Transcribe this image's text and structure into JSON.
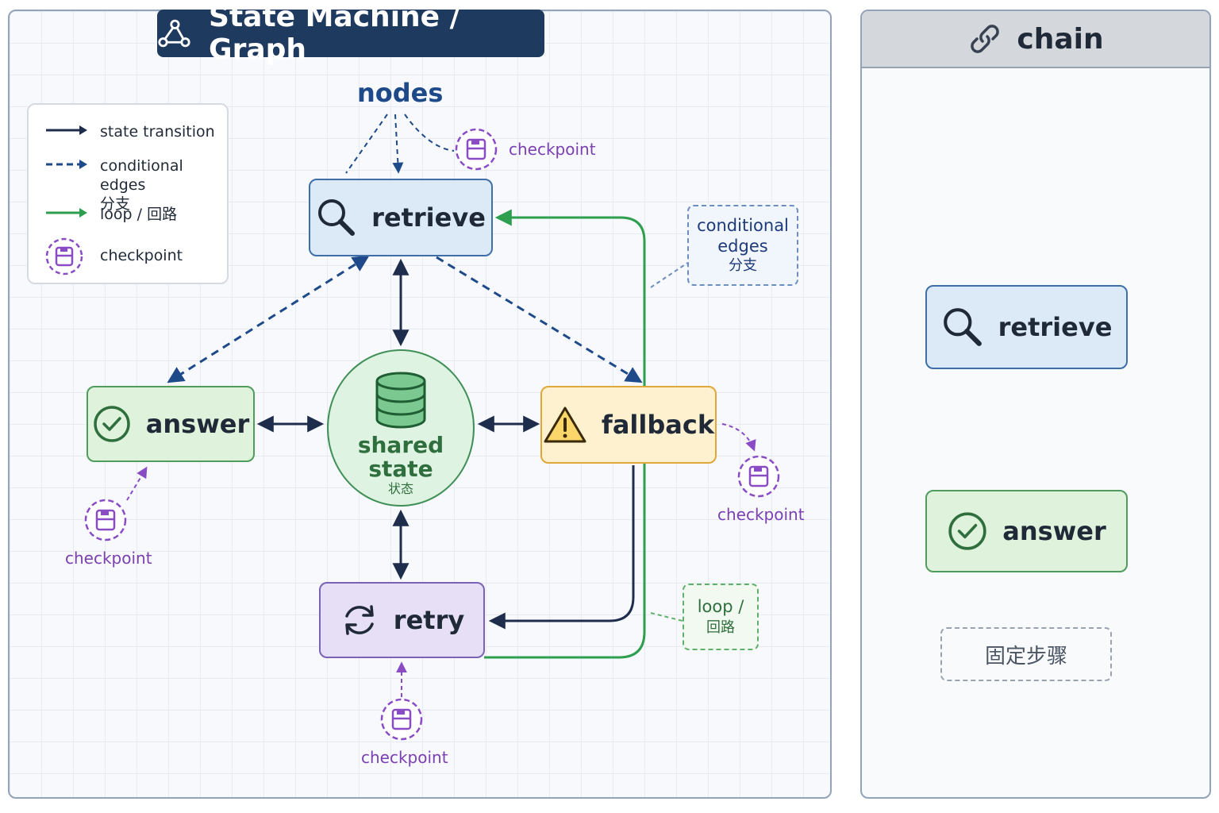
{
  "graph_panel": {
    "title": "State Machine / Graph",
    "nodes_label": "nodes",
    "legend": {
      "state_transition": "state transition",
      "conditional_edges": "conditional edges",
      "conditional_edges_cn": "分支",
      "loop": "loop / 回路",
      "checkpoint": "checkpoint"
    },
    "nodes": {
      "retrieve": "retrieve",
      "answer": "answer",
      "fallback": "fallback",
      "retry": "retry",
      "shared_state": "shared",
      "shared_state_2": "state",
      "shared_state_cn": "状态"
    },
    "notes": {
      "conditional_line1": "conditional",
      "conditional_line2": "edges",
      "conditional_cn": "分支",
      "loop_line1": "loop /",
      "loop_cn": "回路"
    },
    "checkpoints": {
      "top": "checkpoint",
      "answer": "checkpoint",
      "fallback": "checkpoint",
      "retry": "checkpoint"
    }
  },
  "chain_panel": {
    "title": "chain",
    "nodes": {
      "retrieve": "retrieve",
      "answer": "answer"
    },
    "fixed_steps": "固定步骤"
  },
  "colors": {
    "navy": "#1e3a5f",
    "dashed_blue": "#1e4a8a",
    "loop_green": "#2e9e4f",
    "checkpoint_purple": "#8a4cc4"
  }
}
